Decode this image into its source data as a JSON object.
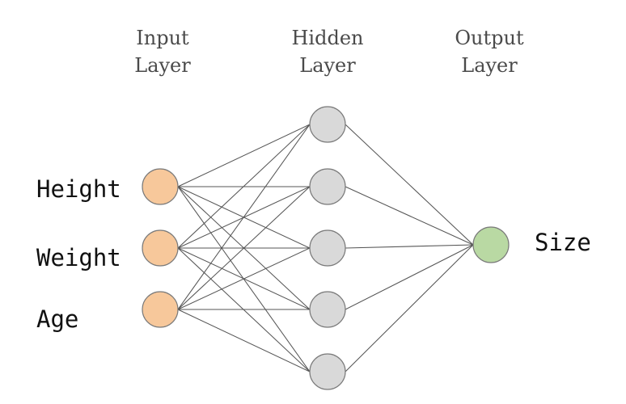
{
  "diagram": {
    "type": "neural-network",
    "layers": {
      "input": {
        "title_line1": "Input",
        "title_line2": "Layer",
        "nodes": [
          "Height",
          "Weight",
          "Age"
        ],
        "color": "#f7c89b"
      },
      "hidden": {
        "title_line1": "Hidden",
        "title_line2": "Layer",
        "node_count": 5,
        "color": "#d9d9d9"
      },
      "output": {
        "title_line1": "Output",
        "title_line2": "Layer",
        "nodes": [
          "Size"
        ],
        "color": "#b9d9a3"
      }
    },
    "edge_color": "#555555"
  }
}
